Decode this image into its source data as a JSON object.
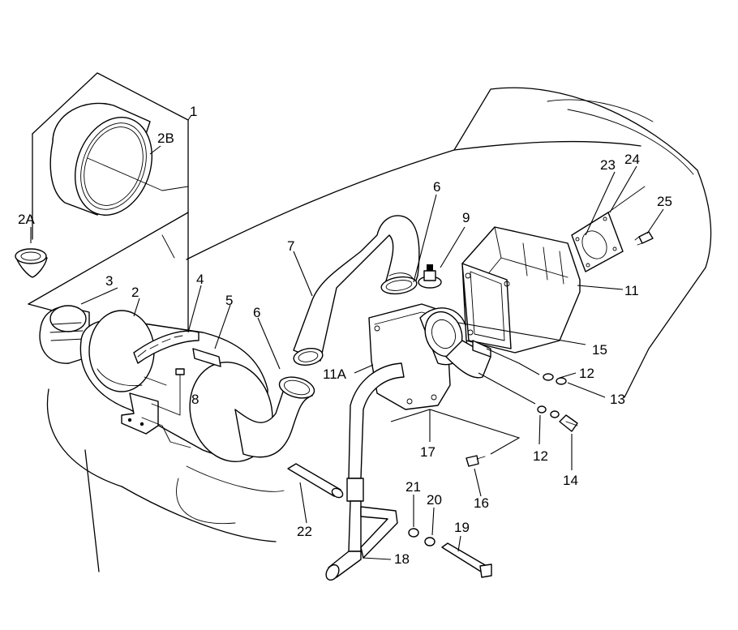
{
  "callouts": {
    "c1": "1",
    "c2": "2",
    "c2A": "2A",
    "c2B": "2B",
    "c3": "3",
    "c4": "4",
    "c5": "5",
    "c6a": "6",
    "c6b": "6",
    "c7": "7",
    "c8": "8",
    "c9": "9",
    "c11": "11",
    "c11A": "11A",
    "c12a": "12",
    "c12b": "12",
    "c13": "13",
    "c14": "14",
    "c15": "15",
    "c16": "16",
    "c17": "17",
    "c18": "18",
    "c19": "19",
    "c20": "20",
    "c21": "21",
    "c22": "22",
    "c23": "23",
    "c24": "24",
    "c25": "25"
  }
}
